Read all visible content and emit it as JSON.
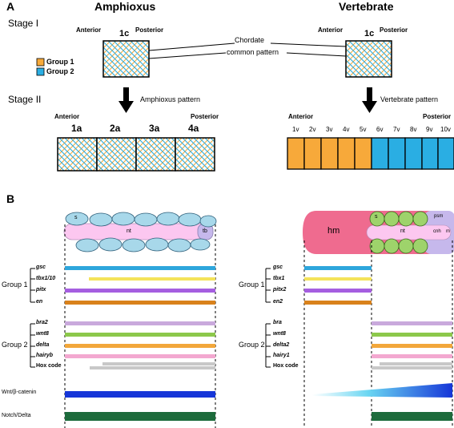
{
  "panel_a": {
    "label": "A",
    "title_left": "Amphioxus",
    "title_right": "Vertebrate",
    "stage1": "Stage I",
    "stage2": "Stage II",
    "anterior": "Anterior",
    "posterior": "Posterior",
    "box_label": "1c",
    "chordate_line1": "Chordate",
    "chordate_line2": "common pattern",
    "legend": [
      {
        "label": "Group 1",
        "color": "#f7a93a"
      },
      {
        "label": "Group 2",
        "color": "#2aaee3"
      }
    ],
    "amphioxus_pattern": "Amphioxus pattern",
    "vertebrate_pattern": "Vertebrate pattern",
    "amphi_segments": [
      "1a",
      "2a",
      "3a",
      "4a"
    ],
    "vert_segments": [
      "1v",
      "2v",
      "3v",
      "4v",
      "5v",
      "6v",
      "7v",
      "8v",
      "9v",
      "10v"
    ]
  },
  "panel_b": {
    "label": "B",
    "amphi_labels": {
      "s": "s",
      "nt": "nt",
      "tb": "tb"
    },
    "vert_labels": {
      "hm": "hm",
      "s": "s",
      "nt": "nt",
      "psm": "psm",
      "cnh": "cnh",
      "m": "m"
    },
    "group1": "Group 1",
    "group2": "Group 2",
    "amphi_genes_g1": [
      "gsc",
      "tbx1/10",
      "pitx",
      "en"
    ],
    "amphi_genes_g2": [
      "bra2",
      "wnt8",
      "delta",
      "hairyb",
      "Hox code"
    ],
    "vert_genes_g1": [
      "gsc",
      "tbx1",
      "pitx2",
      "en2"
    ],
    "vert_genes_g2": [
      "bra",
      "wnt8",
      "delta2",
      "hairy1",
      "Hox code"
    ],
    "wnt_label": "Wnt/β-catenin",
    "notch_label": "Notch/Delta",
    "colors": {
      "gsc": "#2ea6dc",
      "tbx": "#f4e35a",
      "pitx": "#a55ee0",
      "en": "#d9821c",
      "bra": "#c9a9dc",
      "wnt8": "#8cc84b",
      "delta": "#f2a73b",
      "hairy": "#f3a8d0",
      "hox": "#c8c8c8",
      "wnt_beta": "#1636d8",
      "notch": "#1d6b3c",
      "hm": "#ef6b8f",
      "nt": "#fcc7f0",
      "somite_amphi": "#a8d8ea",
      "somite_vert": "#9ed36b",
      "psm": "#c6b8ec"
    }
  }
}
